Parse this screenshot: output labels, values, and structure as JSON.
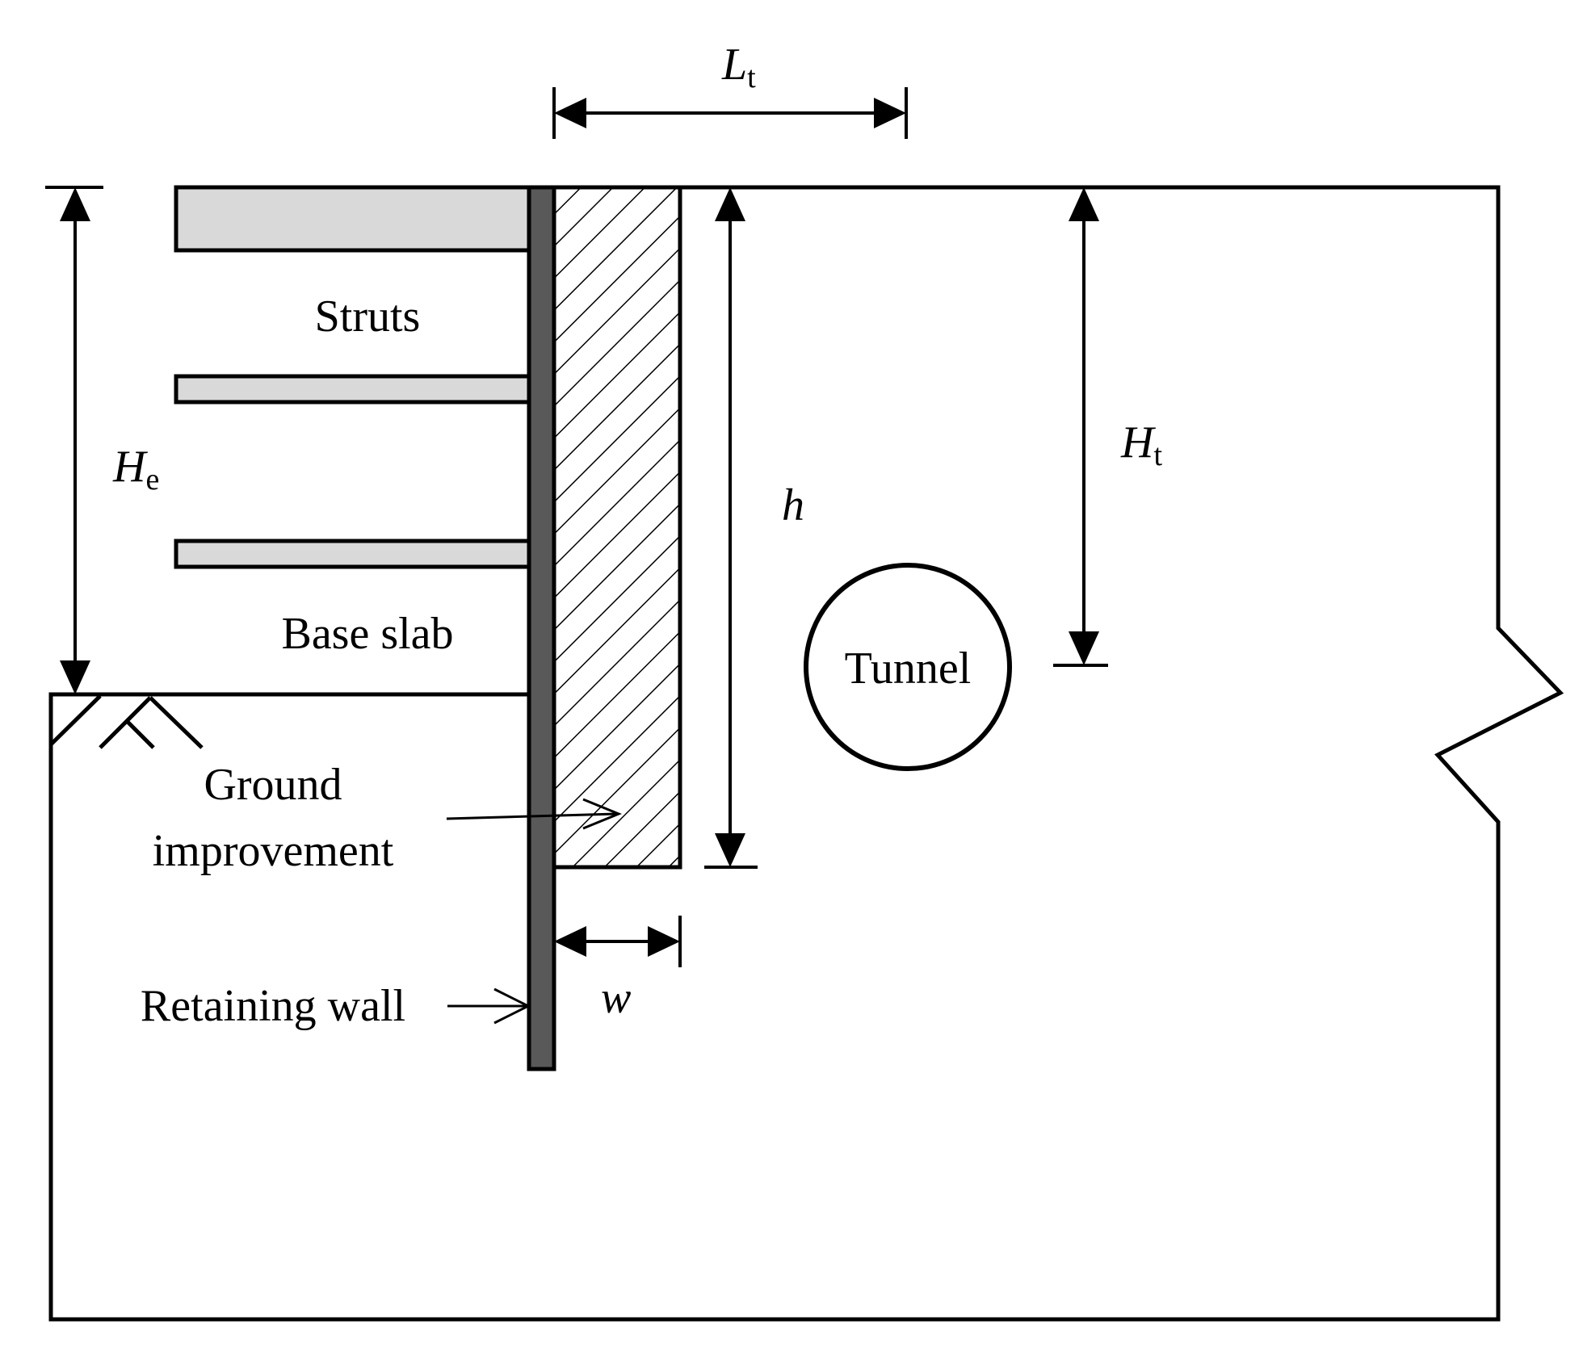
{
  "labels": {
    "struts": "Struts",
    "base_slab": "Base slab",
    "tunnel": "Tunnel",
    "ground_improvement_line1": "Ground",
    "ground_improvement_line2": "improvement",
    "retaining_wall": "Retaining wall"
  },
  "dimensions": {
    "Lt": {
      "main": "L",
      "sub": "t"
    },
    "He": {
      "main": "H",
      "sub": "e"
    },
    "Ht": {
      "main": "H",
      "sub": "t"
    },
    "h": {
      "main": "h"
    },
    "w": {
      "main": "w"
    }
  },
  "colors": {
    "line": "#000000",
    "strut_fill": "#d9d9d9",
    "wall_fill": "#595959",
    "hatch": "#000000",
    "background": "#ffffff"
  }
}
